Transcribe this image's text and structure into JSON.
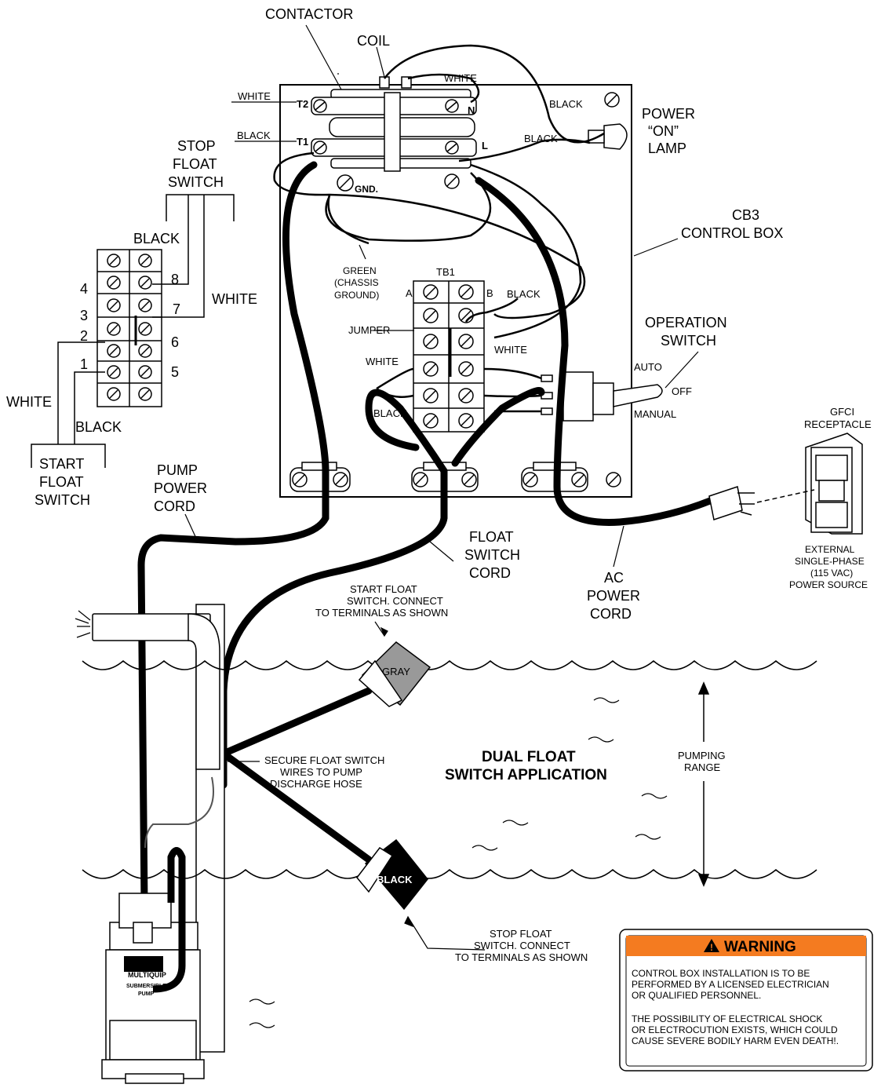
{
  "diagram": {
    "title_line1": "DUAL FLOAT",
    "title_line2": "SWITCH APPLICATION",
    "contactor": "CONTACTOR",
    "coil": "COIL",
    "wire_white_top": "WHITE",
    "wire_white_t2": "WHITE",
    "wire_black_t1": "BLACK",
    "wire_black_lamp1": "BLACK",
    "wire_black_lamp2": "BLACK",
    "t2": "T2",
    "t1": "T1",
    "n": "N",
    "l": "L",
    "gnd": "GND.",
    "power_lamp": [
      "POWER",
      "“ON”",
      "LAMP"
    ],
    "control_box": [
      "CB3",
      "CONTROL BOX"
    ],
    "stop_float_switch": [
      "STOP",
      "FLOAT",
      "SWITCH"
    ],
    "start_float_switch": [
      "START",
      "FLOAT",
      "SWITCH"
    ],
    "stop_black": "BLACK",
    "stop_white": "WHITE",
    "start_white": "WHITE",
    "start_black": "BLACK",
    "terminal_numbers_left": [
      "4",
      "3",
      "2",
      "1"
    ],
    "terminal_numbers_right": [
      "8",
      "7",
      "6",
      "5"
    ],
    "green_chassis": [
      "GREEN",
      "(CHASSIS",
      "GROUND)"
    ],
    "tb1": "TB1",
    "tb_a": "A",
    "tb_b": "B",
    "tb_black1": "BLACK",
    "tb_white1": "WHITE",
    "tb_white2": "WHITE",
    "tb_black2": "BLACK",
    "jumper": "JUMPER",
    "operation_switch": [
      "OPERATION",
      "SWITCH"
    ],
    "auto": "AUTO",
    "off": "OFF",
    "manual": "MANUAL",
    "gfci": [
      "GFCI",
      "RECEPTACLE"
    ],
    "power_source": [
      "EXTERNAL",
      "SINGLE-PHASE",
      "(115 VAC)",
      "POWER SOURCE"
    ],
    "pump_power_cord": [
      "PUMP",
      "POWER",
      "CORD"
    ],
    "float_switch_cord": [
      "FLOAT",
      "SWITCH",
      "CORD"
    ],
    "ac_power_cord": [
      "AC",
      "POWER",
      "CORD"
    ],
    "start_float_note": [
      "START FLOAT",
      "SWITCH. CONNECT",
      "TO TERMINALS AS SHOWN"
    ],
    "stop_float_note": [
      "STOP FLOAT",
      "SWITCH. CONNECT",
      "TO TERMINALS AS SHOWN"
    ],
    "secure_note": [
      "SECURE FLOAT SWITCH",
      "WIRES TO PUMP",
      "DISCHARGE HOSE"
    ],
    "pumping_range": [
      "PUMPING",
      "RANGE"
    ],
    "gray": "GRAY",
    "black_float": "BLACK",
    "pump_brand": "MULTIQUIP",
    "pump_label": [
      "SUBMERSIBLE",
      "PUMP"
    ],
    "warning": {
      "title": "WARNING",
      "para1": [
        "CONTROL BOX INSTALLATION IS TO BE",
        "PERFORMED BY A LICENSED ELECTRICIAN",
        "OR QUALIFIED PERSONNEL."
      ],
      "para2": [
        "THE POSSIBILITY OF ELECTRICAL SHOCK",
        "OR ELECTROCUTION EXISTS, WHICH COULD",
        "CAUSE SEVERE BODILY HARM EVEN DEATH!."
      ],
      "accent": "#f47b20"
    }
  }
}
